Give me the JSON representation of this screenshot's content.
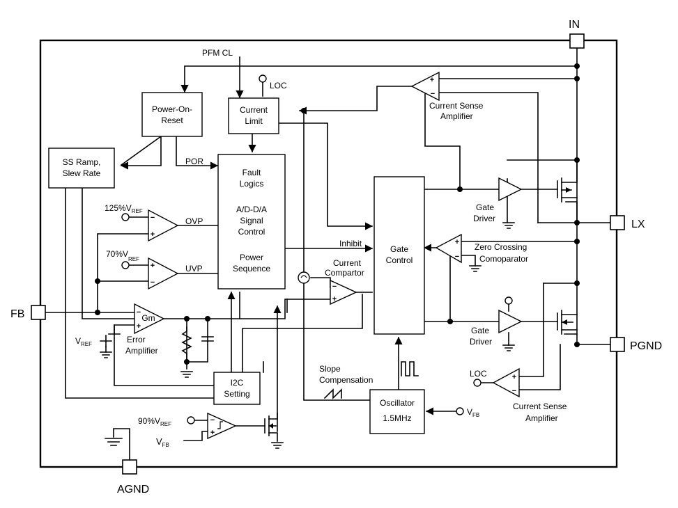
{
  "pins": {
    "in": "IN",
    "lx": "LX",
    "pgnd": "PGND",
    "fb": "FB",
    "agnd": "AGND"
  },
  "blocks": {
    "power_on_reset": [
      "Power-On-",
      "Reset"
    ],
    "current_limit": [
      "Current",
      "Limit"
    ],
    "ss_ramp": [
      "SS Ramp,",
      "Slew Rate"
    ],
    "fault_logics": [
      "Fault",
      "Logics",
      "A/D-D/A",
      "Signal",
      "Control",
      "Power",
      "Sequence"
    ],
    "gate_control": [
      "Gate",
      "Control"
    ],
    "i2c": [
      "I2C",
      "Setting"
    ],
    "oscillator": [
      "Oscillator",
      "1.5MHz"
    ]
  },
  "signals": {
    "pfm_cl": "PFM CL",
    "loc_top": "LOC",
    "loc_bottom": "LOC",
    "por": "POR",
    "ovp": "OVP",
    "uvp": "UVP",
    "inhibit": "Inhibit",
    "gm": "Gm"
  },
  "labels": {
    "current_sense_amp_top": [
      "Current Sense",
      "Amplifier"
    ],
    "current_sense_amp_bottom": [
      "Current Sense",
      "Amplifier"
    ],
    "gate_driver_top": [
      "Gate",
      "Driver"
    ],
    "gate_driver_bottom": [
      "Gate",
      "Driver"
    ],
    "zero_crossing": [
      "Zero Crossing",
      "Comoparator"
    ],
    "current_comparator": [
      "Current",
      "Compartor"
    ],
    "error_amplifier": [
      "Error",
      "Amplifier"
    ],
    "slope_compensation": [
      "Slope",
      "Compensation"
    ]
  },
  "references": {
    "ovp_ref": {
      "main": "125%V",
      "sub": "REF"
    },
    "uvp_ref": {
      "main": "70%V",
      "sub": "REF"
    },
    "vref": {
      "main": "V",
      "sub": "REF"
    },
    "pg_ref": {
      "main": "90%V",
      "sub": "REF"
    },
    "vfb_left": {
      "main": "V",
      "sub": "FB"
    },
    "vfb_osc": {
      "main": "V",
      "sub": "FB"
    }
  },
  "amp_symbols": {
    "minus": "−",
    "plus": "+"
  }
}
